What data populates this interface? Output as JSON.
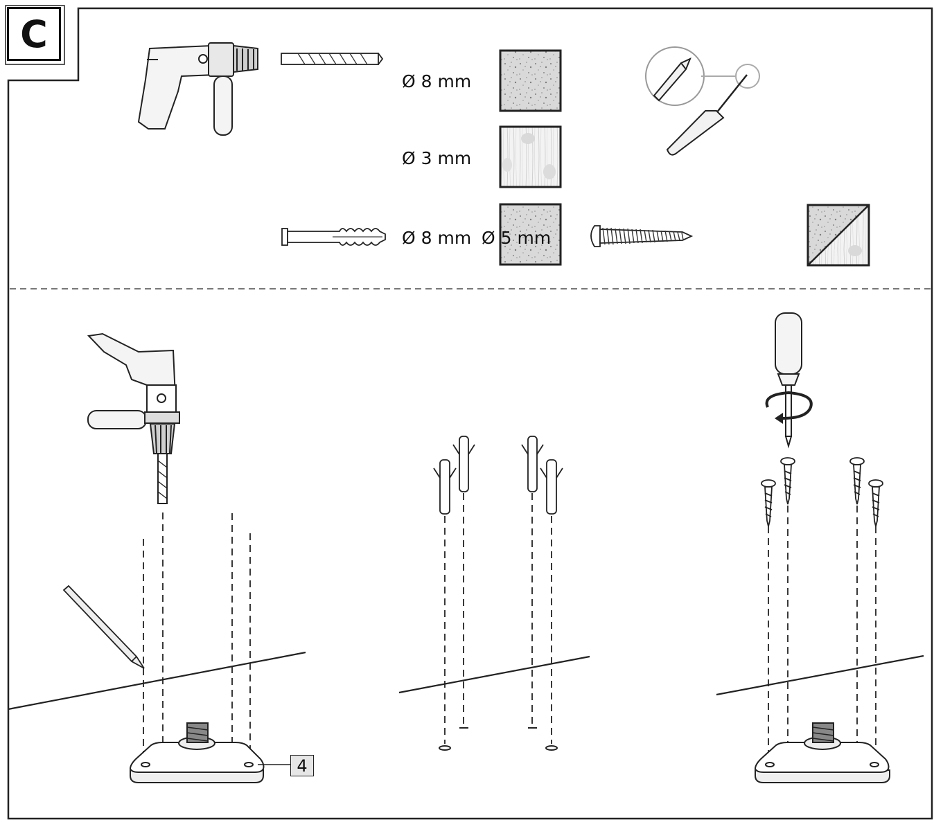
{
  "step_label": "C",
  "labels": {
    "concrete_drill": "Ø 8 mm",
    "wood_drill": "Ø 3 mm",
    "dowel": "Ø 8 mm",
    "screw": "Ø 5 mm"
  },
  "callout": "4",
  "icons": [
    "drill-icon",
    "drill-bit-icon",
    "concrete-sample-icon",
    "wood-sample-icon",
    "screwdriver-icon",
    "dowel-icon",
    "screw-icon",
    "mixed-material-icon",
    "pencil-icon",
    "rotate-arrow-icon",
    "mounting-base-icon"
  ]
}
